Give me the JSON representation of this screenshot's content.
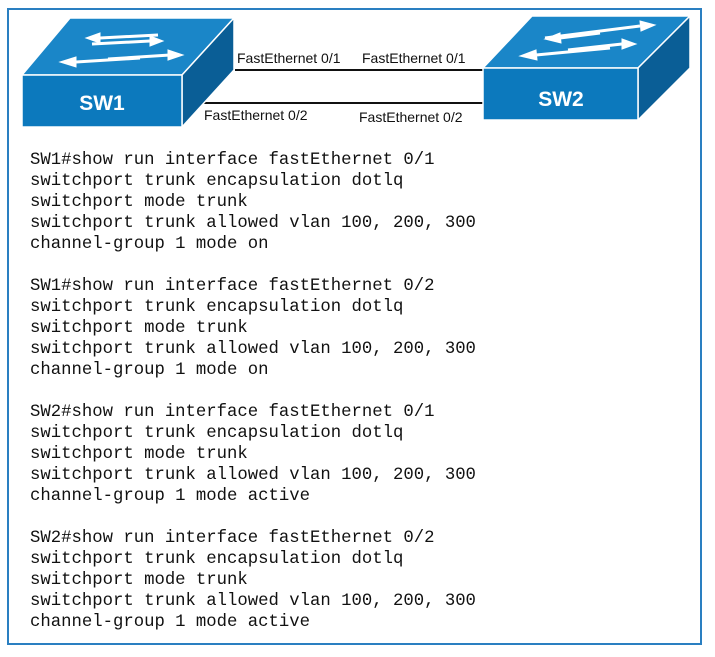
{
  "topology": {
    "switches": [
      {
        "id": "sw1",
        "label": "SW1"
      },
      {
        "id": "sw2",
        "label": "SW2"
      }
    ],
    "links": [
      {
        "sw1_port": "FastEthernet 0/1",
        "sw2_port": "FastEthernet 0/1"
      },
      {
        "sw1_port": "FastEthernet 0/2",
        "sw2_port": "FastEthernet 0/2"
      }
    ],
    "colors": {
      "switch_top": "#1a86c8",
      "switch_front": "#0c79bd",
      "switch_side": "#0a5e96",
      "frame": "#2a7fc1"
    }
  },
  "config_blocks": [
    {
      "lines": [
        "SW1#show run interface fastEthernet 0/1",
        "switchport trunk encapsulation dotlq",
        "switchport mode trunk",
        "switchport trunk allowed vlan 100, 200, 300",
        "channel-group 1 mode on"
      ]
    },
    {
      "lines": [
        "SW1#show run interface fastEthernet 0/2",
        "switchport trunk encapsulation dotlq",
        "switchport mode trunk",
        "switchport trunk allowed vlan 100, 200, 300",
        "channel-group 1 mode on"
      ]
    },
    {
      "lines": [
        "SW2#show run interface fastEthernet 0/1",
        "switchport trunk encapsulation dotlq",
        "switchport mode trunk",
        "switchport trunk allowed vlan 100, 200, 300",
        "channel-group 1 mode active"
      ]
    },
    {
      "lines": [
        "SW2#show run interface fastEthernet 0/2",
        "switchport trunk encapsulation dotlq",
        "switchport mode trunk",
        "switchport trunk allowed vlan 100, 200, 300",
        "channel-group 1 mode active"
      ]
    }
  ]
}
